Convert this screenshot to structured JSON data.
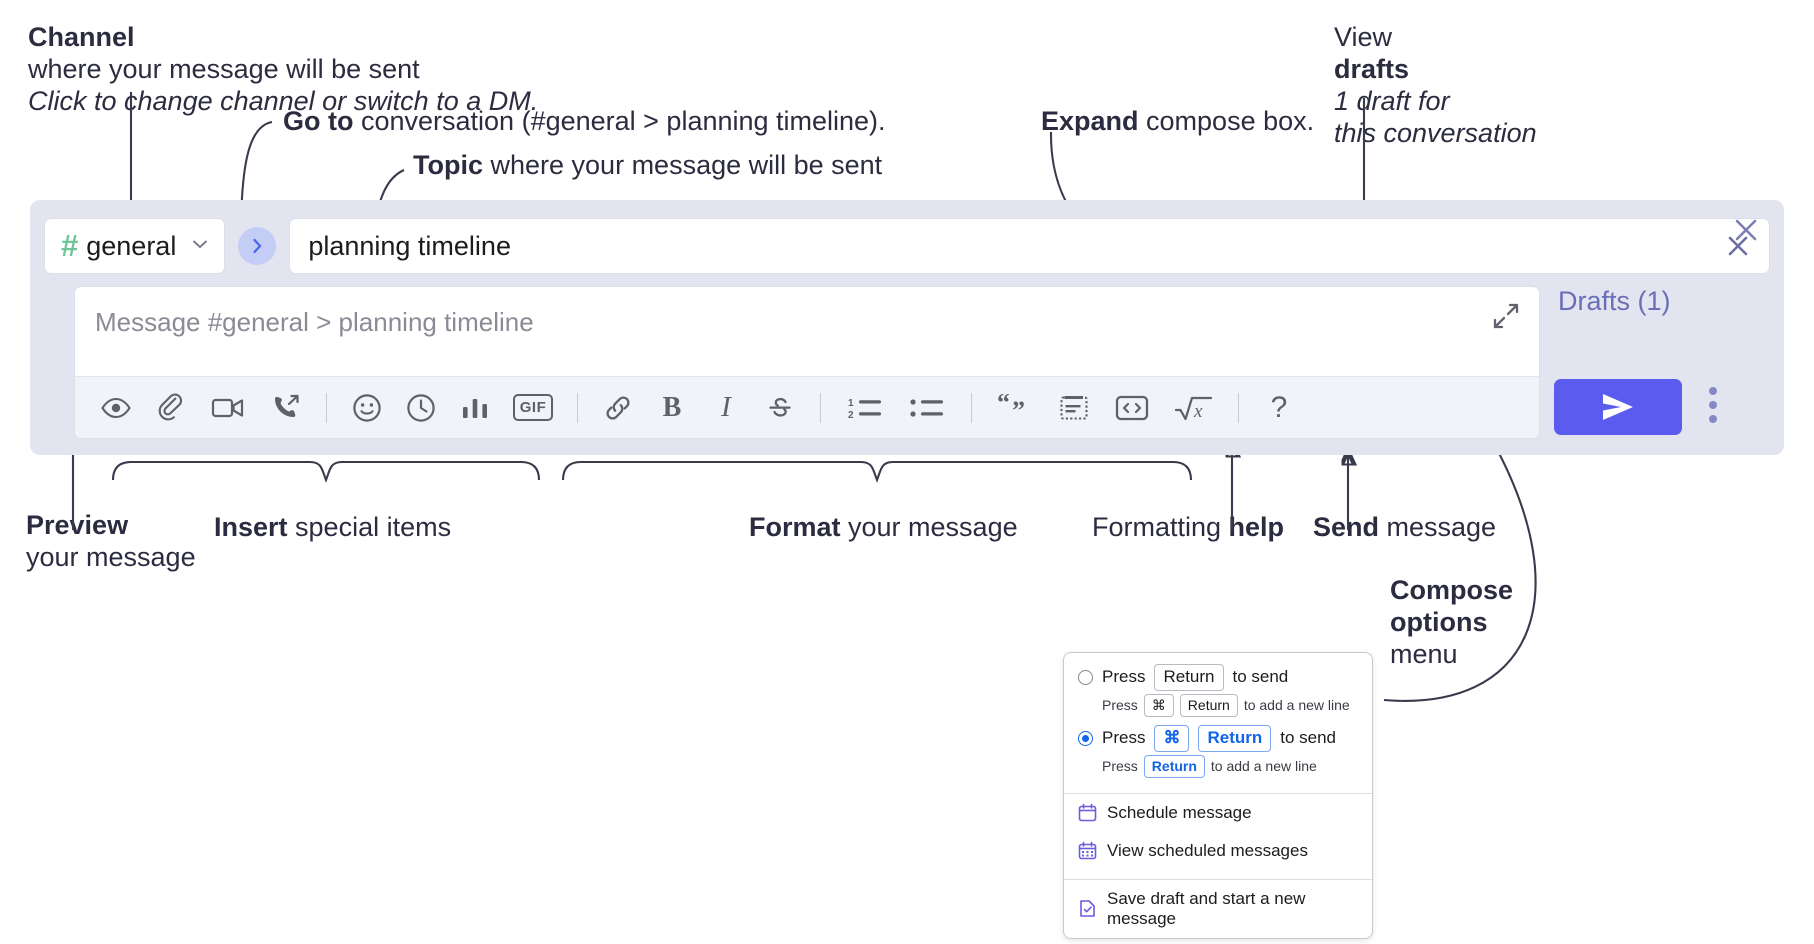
{
  "annotations": {
    "channel": {
      "line1_bold": "Channel",
      "line1_rest": " where your message will be sent",
      "line2_italic": "Click to change channel or switch to a DM."
    },
    "goto": {
      "bold": "Go to",
      "rest": " conversation (#general > planning timeline)."
    },
    "topic": {
      "bold": "Topic",
      "rest": " where your message will be sent"
    },
    "expand": {
      "bold": "Expand",
      "rest": " compose box."
    },
    "drafts": {
      "line1_plain": "View ",
      "line1_bold": "drafts",
      "line2_italic": "1 draft for",
      "line3_italic": "this conversation"
    },
    "preview": {
      "line1_bold": "Preview",
      "line2": "your message"
    },
    "insert": {
      "bold": "Insert",
      "rest": " special items"
    },
    "format": {
      "bold": "Format",
      "rest": " your message"
    },
    "formatting_help": {
      "plain": "Formatting ",
      "bold": "help"
    },
    "send": {
      "bold": "Send",
      "rest": " message"
    },
    "compose_options": {
      "line1_bold": "Compose",
      "line2_bold": "options",
      "line3": "menu"
    }
  },
  "compose": {
    "channel": {
      "hash": "#",
      "name": "general",
      "chevron": "chevron-down"
    },
    "goto_button_label": "go-to-conversation",
    "topic": {
      "value": "planning timeline",
      "clear_label": "clear-topic"
    },
    "editor": {
      "placeholder": "Message #general > planning timeline"
    },
    "expand_label": "expand-compose-box",
    "close_label": "close-compose",
    "drafts_link": "Drafts (1)",
    "send_label": "send-message",
    "kebab_label": "compose-options-menu",
    "toolbar": [
      {
        "name": "preview-icon",
        "kind": "eye"
      },
      {
        "name": "attachment-icon",
        "kind": "paperclip"
      },
      {
        "name": "video-clip-icon",
        "kind": "video"
      },
      {
        "name": "audio-clip-icon",
        "kind": "phone-arrow"
      },
      {
        "name": "separator-1",
        "kind": "sep"
      },
      {
        "name": "emoji-icon",
        "kind": "smiley"
      },
      {
        "name": "reminder-icon",
        "kind": "clock"
      },
      {
        "name": "poll-icon",
        "kind": "bars"
      },
      {
        "name": "gif-icon",
        "kind": "gif",
        "text": "GIF"
      },
      {
        "name": "separator-2",
        "kind": "sep"
      },
      {
        "name": "link-icon",
        "kind": "link"
      },
      {
        "name": "bold-icon",
        "kind": "letter",
        "text": "B"
      },
      {
        "name": "italic-icon",
        "kind": "letter-italic",
        "text": "I"
      },
      {
        "name": "strikethrough-icon",
        "kind": "strike"
      },
      {
        "name": "separator-3",
        "kind": "sep"
      },
      {
        "name": "ordered-list-icon",
        "kind": "olist"
      },
      {
        "name": "bulleted-list-icon",
        "kind": "ulist"
      },
      {
        "name": "separator-4",
        "kind": "sep"
      },
      {
        "name": "blockquote-icon",
        "kind": "quote"
      },
      {
        "name": "code-icon",
        "kind": "code"
      },
      {
        "name": "code-block-icon",
        "kind": "codeblock"
      },
      {
        "name": "math-icon",
        "kind": "math"
      },
      {
        "name": "separator-5",
        "kind": "sep"
      },
      {
        "name": "formatting-help-icon",
        "kind": "question",
        "text": "?"
      }
    ]
  },
  "menu": {
    "option_return": {
      "selected": false,
      "press": "Press",
      "key": "Return",
      "suffix": "to send",
      "sub_press": "Press",
      "sub_key1": "⌘",
      "sub_key2": "Return",
      "sub_suffix": "to add a new line"
    },
    "option_cmd_return": {
      "selected": true,
      "press": "Press",
      "key1": "⌘",
      "key2": "Return",
      "suffix": "to send",
      "sub_press": "Press",
      "sub_key": "Return",
      "sub_suffix": "to add a new line"
    },
    "items": [
      {
        "label": "Schedule message",
        "icon": "calendar-icon"
      },
      {
        "label": "View scheduled messages",
        "icon": "calendar-grid-icon"
      },
      {
        "label": "Save draft and start a new message",
        "icon": "file-check-icon"
      }
    ]
  },
  "colors": {
    "panel_bg": "#e2e4f0",
    "send_purple": "#5b5bf0",
    "hash_green": "#6fc49b",
    "drafts_purple": "#6a6fb5",
    "goto_blue": "#4b67e8",
    "radio_blue": "#1264e8",
    "icon_gray": "#5f6168",
    "text_dark": "#2c2c40"
  }
}
